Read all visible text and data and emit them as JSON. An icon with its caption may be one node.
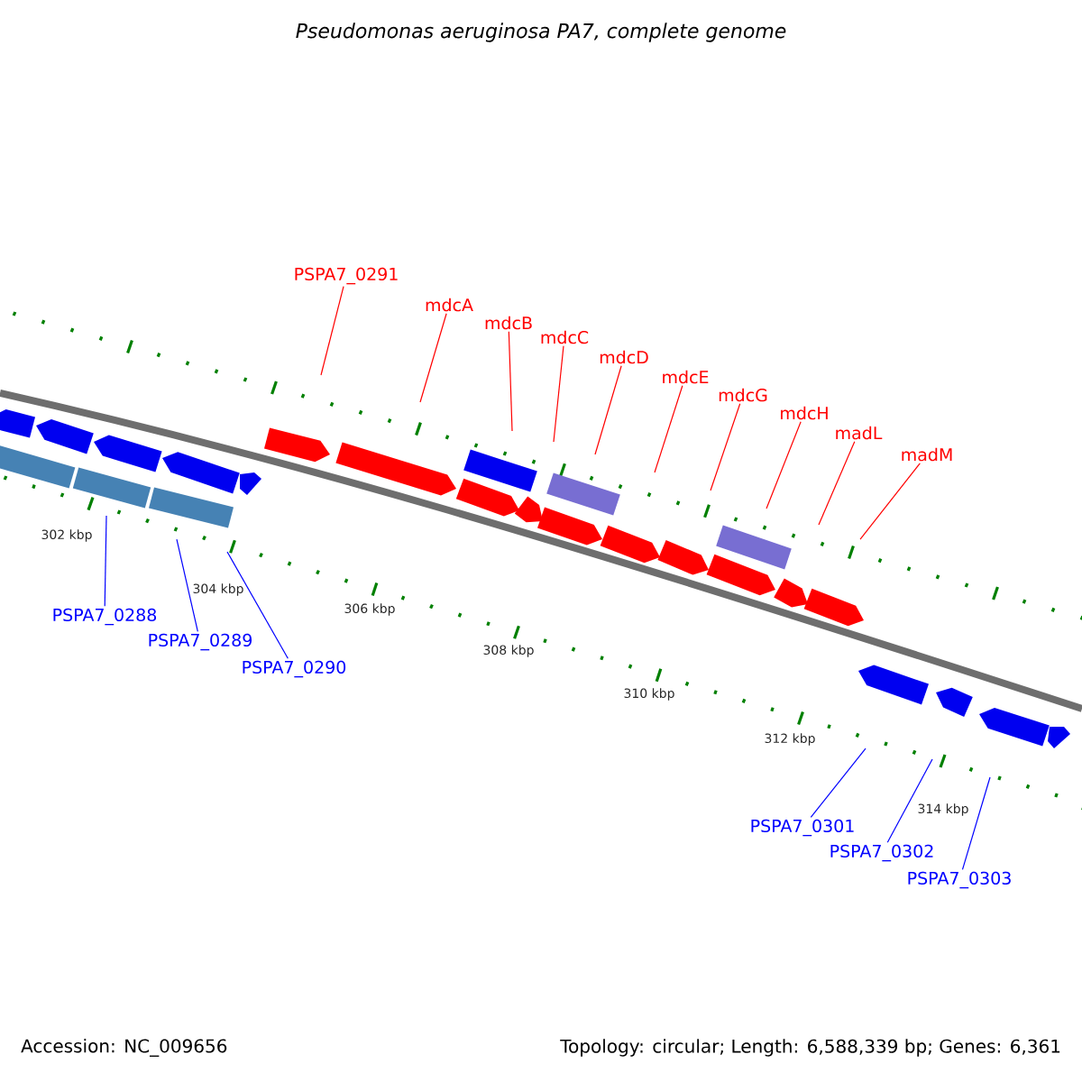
{
  "diagram": {
    "title": "Pseudomonas aeruginosa PA7, complete genome",
    "nodes": [
      {
        "text": [
          "PSPA7_0291"
        ]
      },
      {
        "text": [
          "mdcA"
        ]
      },
      {
        "text": [
          "mdcB"
        ]
      },
      {
        "text": [
          "mdcC"
        ]
      },
      {
        "text": [
          "mdcD"
        ]
      },
      {
        "text": [
          "mdcE"
        ]
      },
      {
        "text": [
          "mdcG"
        ]
      },
      {
        "text": [
          "mdcH"
        ]
      },
      {
        "text": [
          "madL"
        ]
      },
      {
        "text": [
          "madM"
        ]
      },
      {
        "text": [
          "PSPA7_0288"
        ]
      },
      {
        "text": [
          "PSPA7_0289"
        ]
      },
      {
        "text": [
          "PSPA7_0290"
        ]
      },
      {
        "text": [
          "PSPA7_0301"
        ]
      },
      {
        "text": [
          "PSPA7_0302"
        ]
      },
      {
        "text": [
          "PSPA7_0303"
        ]
      }
    ],
    "edges": [
      {
        "from": 0,
        "to": null,
        "arrow": "none"
      },
      {
        "from": 1,
        "to": null,
        "arrow": "none"
      },
      {
        "from": 2,
        "to": null,
        "arrow": "none"
      },
      {
        "from": 3,
        "to": null,
        "arrow": "none"
      },
      {
        "from": 4,
        "to": null,
        "arrow": "none"
      },
      {
        "from": 5,
        "to": null,
        "arrow": "none"
      },
      {
        "from": 6,
        "to": null,
        "arrow": "none"
      },
      {
        "from": 7,
        "to": null,
        "arrow": "none"
      },
      {
        "from": 8,
        "to": null,
        "arrow": "none"
      },
      {
        "from": 9,
        "to": null,
        "arrow": "none"
      },
      {
        "from": 10,
        "to": null,
        "arrow": "none",
        "color": "#0000ff"
      },
      {
        "from": 11,
        "to": null,
        "arrow": "none",
        "color": "#0000ff"
      },
      {
        "from": 12,
        "to": null,
        "arrow": "none",
        "color": "#0000ff"
      },
      {
        "from": 13,
        "to": null,
        "arrow": "none",
        "color": "#0000ff"
      },
      {
        "from": 14,
        "to": null,
        "arrow": "none",
        "color": "#0000ff"
      },
      {
        "from": 15,
        "to": null,
        "arrow": "none",
        "color": "#0000ff"
      }
    ],
    "labels": [
      "302 kbp",
      "304 kbp",
      "306 kbp",
      "308 kbp",
      "310 kbp",
      "312 kbp",
      "314 kbp",
      "Accession: NC_009656",
      "Topology: circular; Length: 6,588,339 bp; Genes: 6,361"
    ]
  }
}
